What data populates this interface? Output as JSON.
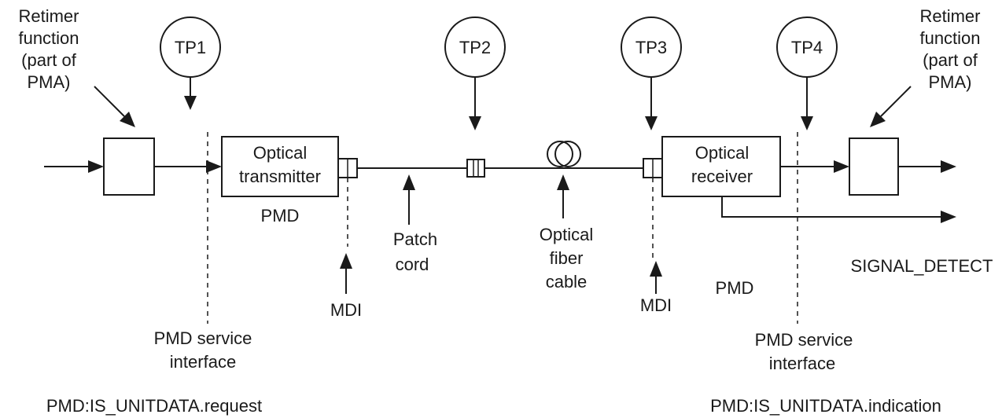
{
  "retimer_left": [
    "Retimer",
    "function",
    "(part of",
    "PMA)"
  ],
  "retimer_right": [
    "Retimer",
    "function",
    "(part of",
    "PMA)"
  ],
  "test_points": [
    "TP1",
    "TP2",
    "TP3",
    "TP4"
  ],
  "transmitter": [
    "Optical",
    "transmitter"
  ],
  "receiver": [
    "Optical",
    "receiver"
  ],
  "pmd_left": "PMD",
  "pmd_right": "PMD",
  "patch_cord": [
    "Patch",
    "cord"
  ],
  "fiber_cable": [
    "Optical",
    "fiber",
    "cable"
  ],
  "mdi_left": "MDI",
  "mdi_right": "MDI",
  "signal_detect": "SIGNAL_DETECT",
  "service_left": [
    "PMD service",
    "interface"
  ],
  "service_right": [
    "PMD service",
    "interface"
  ],
  "request": "PMD:IS_UNITDATA.request",
  "indication": "PMD:IS_UNITDATA.indication"
}
